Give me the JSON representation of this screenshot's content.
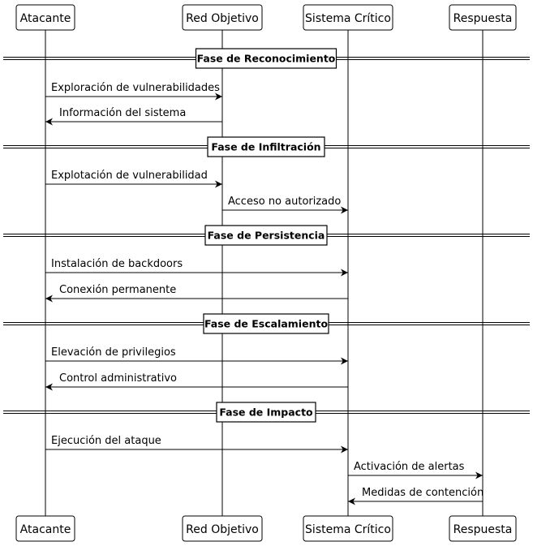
{
  "participants": [
    {
      "id": "atacante",
      "label": "Atacante"
    },
    {
      "id": "red",
      "label": "Red Objetivo"
    },
    {
      "id": "sistema",
      "label": "Sistema Crítico"
    },
    {
      "id": "respuesta",
      "label": "Respuesta"
    }
  ],
  "phases": [
    {
      "label": "Fase de Reconocimiento",
      "messages": [
        {
          "from": "atacante",
          "to": "red",
          "label": "Exploración de vulnerabilidades"
        },
        {
          "from": "red",
          "to": "atacante",
          "label": "Información del sistema"
        }
      ]
    },
    {
      "label": "Fase de Infiltración",
      "messages": [
        {
          "from": "atacante",
          "to": "red",
          "label": "Explotación de vulnerabilidad"
        },
        {
          "from": "red",
          "to": "sistema",
          "label": "Acceso no autorizado"
        }
      ]
    },
    {
      "label": "Fase de Persistencia",
      "messages": [
        {
          "from": "atacante",
          "to": "sistema",
          "label": "Instalación de backdoors"
        },
        {
          "from": "sistema",
          "to": "atacante",
          "label": "Conexión permanente"
        }
      ]
    },
    {
      "label": "Fase de Escalamiento",
      "messages": [
        {
          "from": "atacante",
          "to": "sistema",
          "label": "Elevación de privilegios"
        },
        {
          "from": "sistema",
          "to": "atacante",
          "label": "Control administrativo"
        }
      ]
    },
    {
      "label": "Fase de Impacto",
      "messages": [
        {
          "from": "atacante",
          "to": "sistema",
          "label": "Ejecución del ataque"
        },
        {
          "from": "sistema",
          "to": "respuesta",
          "label": "Activación de alertas"
        },
        {
          "from": "respuesta",
          "to": "sistema",
          "label": "Medidas de contención"
        }
      ]
    }
  ]
}
